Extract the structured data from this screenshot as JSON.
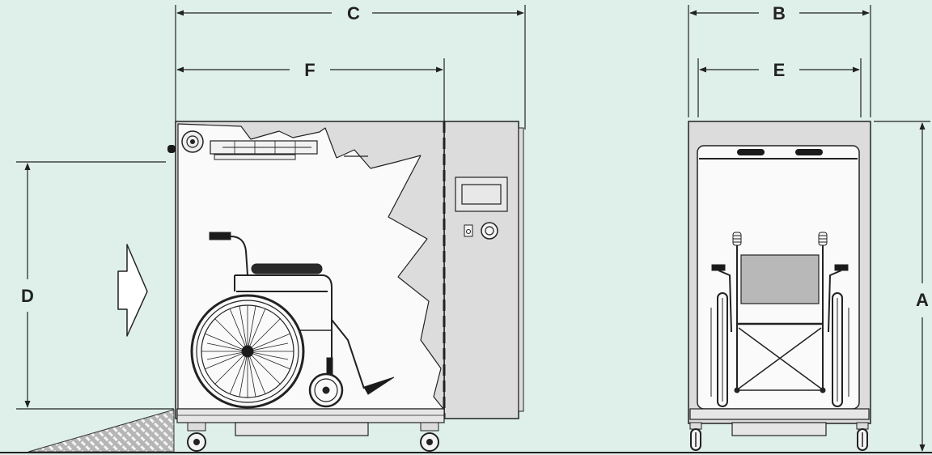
{
  "dimensions": {
    "A": "A",
    "B": "B",
    "C": "C",
    "D": "D",
    "E": "E",
    "F": "F"
  },
  "colors": {
    "background": "#dff0ea",
    "cabinet": "#dcdcdc",
    "interior": "#fafafa",
    "line": "#222222",
    "seat": "#b8b8b8",
    "handle": "#1a1a1a"
  },
  "icons": {
    "entry_arrow": "arrow-right-outline-icon",
    "ramp": "diamond-plate-ramp"
  }
}
